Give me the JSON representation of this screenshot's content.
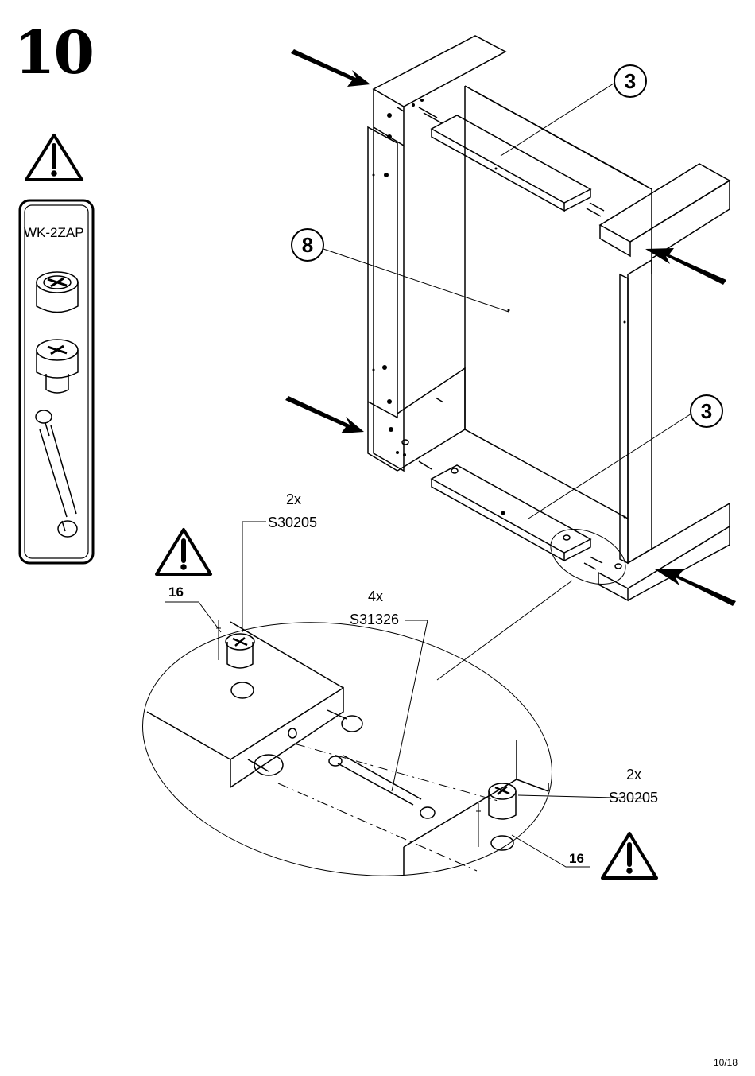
{
  "step": "10",
  "tool_panel": {
    "code": "WK-2ZAP"
  },
  "callouts": {
    "part_top": "3",
    "part_back": "8",
    "part_bottom": "3"
  },
  "labels": {
    "cam_top_qty": "2x",
    "cam_top_code": "S30205",
    "dowel_qty": "4x",
    "dowel_code": "S31326",
    "cam_right_qty": "2x",
    "cam_right_code": "S30205",
    "depth_left": "16",
    "depth_right": "16"
  },
  "icons": [
    "warning-icon",
    "cam-lock-icon",
    "connector-bolt-icon",
    "arrow-icon"
  ],
  "page_number": "10/18"
}
